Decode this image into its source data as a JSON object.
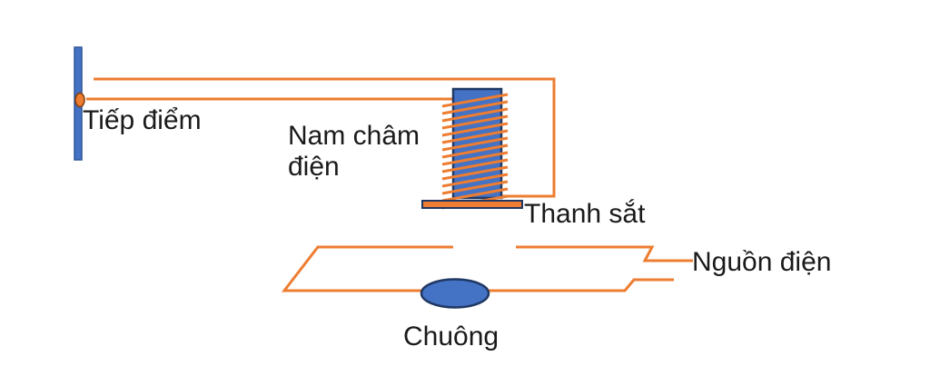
{
  "diagram": {
    "labels": {
      "contact": "Tiếp điểm",
      "electromagnet": "Nam châm điện",
      "iron_bar": "Thanh sắt",
      "power_source": "Nguồn điện",
      "bell": "Chuông"
    },
    "colors": {
      "wire_orange": "#ED7D31",
      "shape_blue": "#4472C4",
      "border_navy": "#1F3864",
      "bar_border_blue": "#2F5597",
      "dot_border_brown": "#843C0C",
      "text": "#1A1A1A",
      "background": "#FFFFFF"
    },
    "coil": {
      "winding_count": 15,
      "winding_step": 8
    }
  }
}
